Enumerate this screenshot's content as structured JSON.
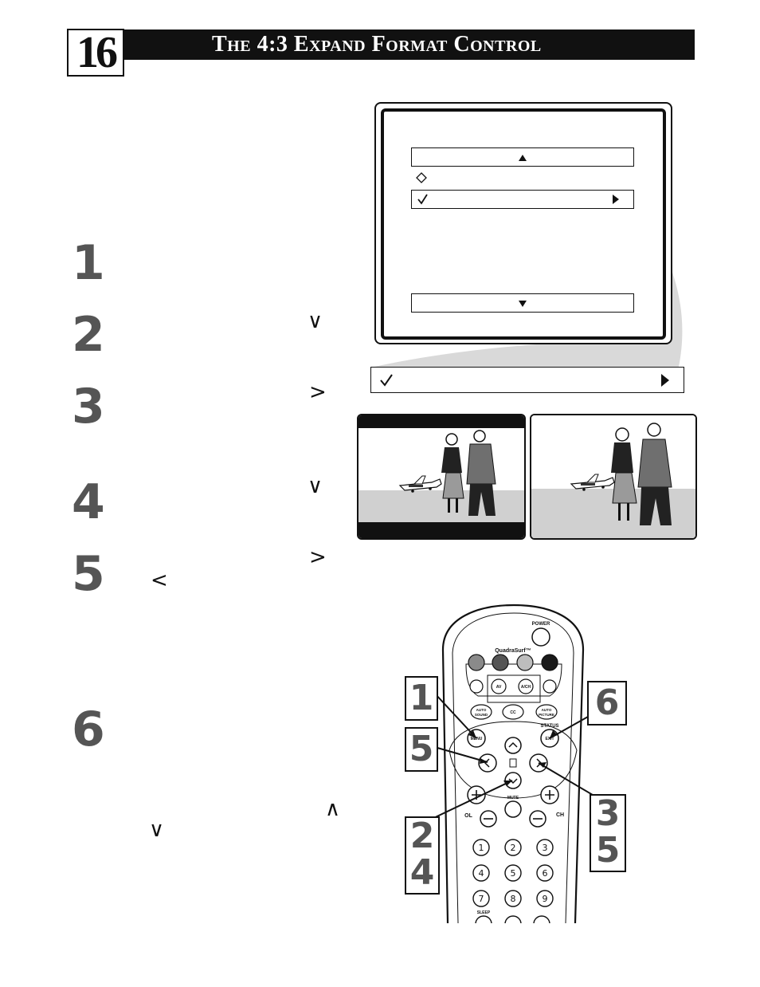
{
  "header": {
    "page_number": "16",
    "title": "The 4:3 Expand Format Control"
  },
  "steps": {
    "step1": "1",
    "step2": "2",
    "step3": "3",
    "step4": "4",
    "step5": "5",
    "step6": "6",
    "arrow_down": "∨",
    "arrow_right": ">",
    "arrow_left": "<",
    "arrow_up": "∧"
  },
  "remote": {
    "power_label": "POWER",
    "quadrasurf_label": "QuadraSurf™",
    "av_label": "AV",
    "ach_label": "A/CH",
    "auto_sound_label1": "AUTO",
    "auto_sound_label2": "SOUND",
    "cc_label": "CC",
    "auto_picture_label1": "AUTO",
    "auto_picture_label2": "PICTURE",
    "status_label": "STATUS",
    "menu_label": "MENU",
    "exit_label": "EXIT",
    "mute_label": "MUTE",
    "vol_label": "OL",
    "ch_label": "CH",
    "sleep_label": "SLEEP",
    "digits": [
      "1",
      "2",
      "3",
      "4",
      "5",
      "6",
      "7",
      "8",
      "9"
    ],
    "colors": {
      "button_1": "#8a8a8a",
      "button_2": "#555555",
      "button_3": "#bdbdbd",
      "button_4": "#1a1a1a"
    }
  },
  "callouts": {
    "c1": "1",
    "c5": "5",
    "c6": "6",
    "c35_top": "3",
    "c35_bottom": "5",
    "c24_top": "2",
    "c24_bottom": "4"
  },
  "colors": {
    "title_bar": "#111111",
    "step_number": "#555555",
    "swoop": "#d9d9d9"
  }
}
